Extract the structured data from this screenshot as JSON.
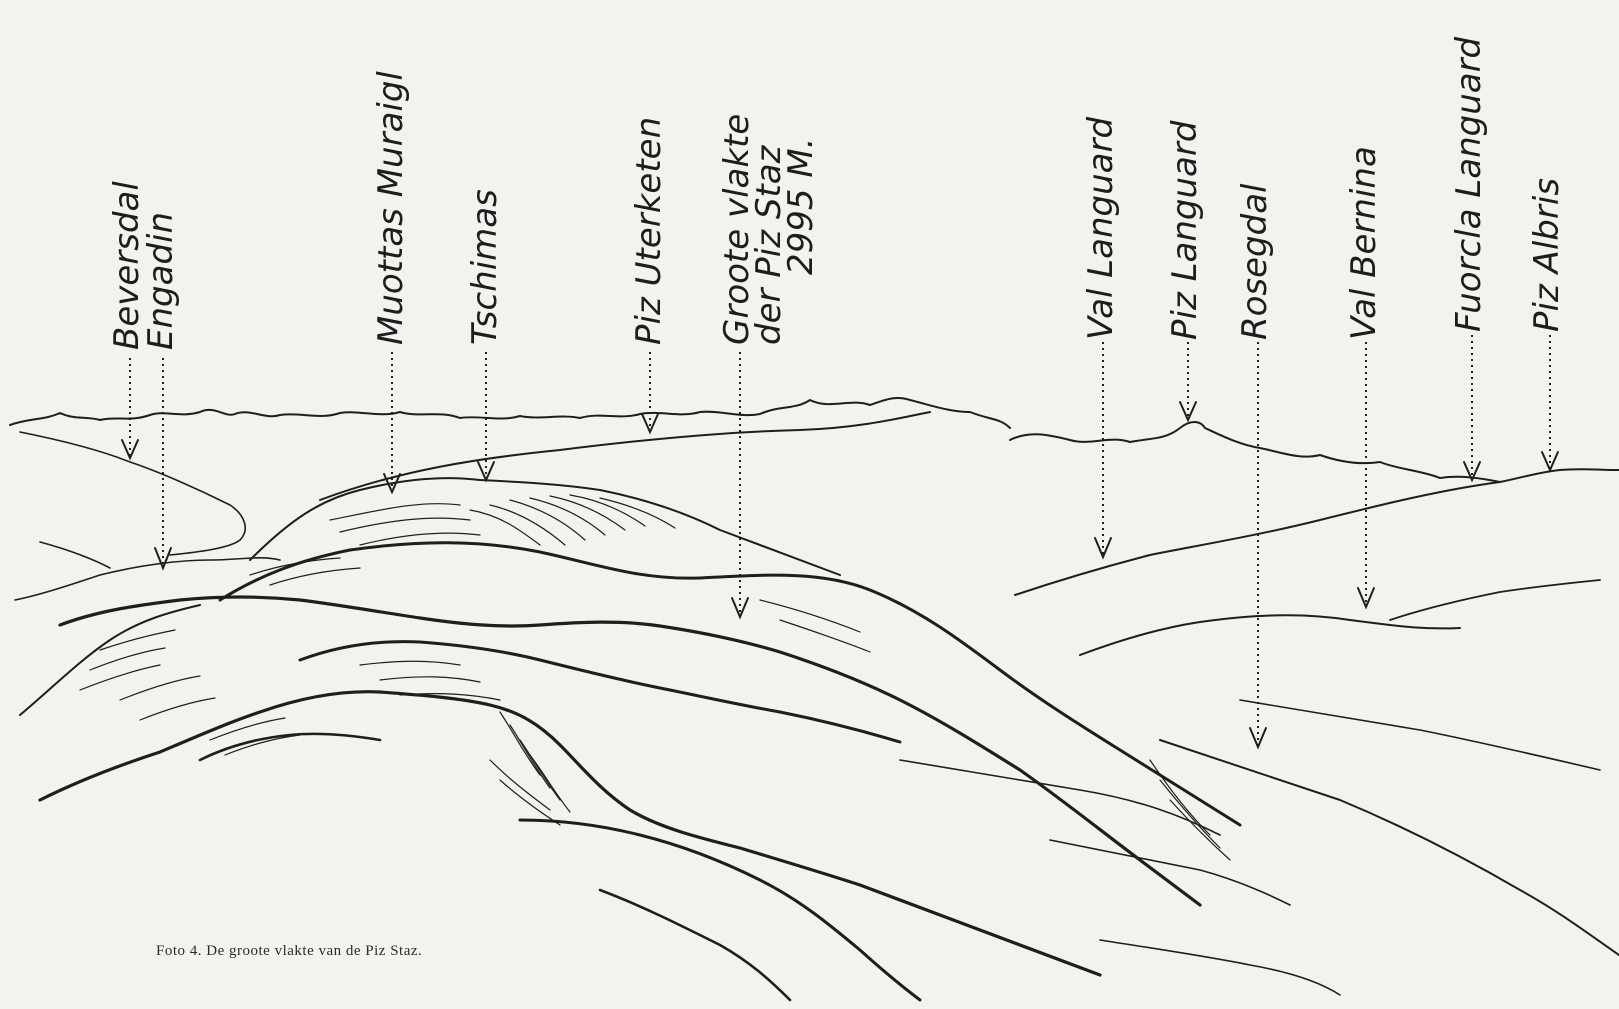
{
  "caption": "Foto 4.   De groote vlakte van de Piz Staz.",
  "labels": [
    {
      "lines": [
        "Beversdal",
        "Engadin"
      ]
    },
    {
      "lines": [
        "Muottas Muraigl"
      ]
    },
    {
      "lines": [
        "Tschimas"
      ]
    },
    {
      "lines": [
        "Piz Uterketen"
      ]
    },
    {
      "lines": [
        "Groote vlakte",
        "der Piz Staz",
        "2995 M."
      ]
    },
    {
      "lines": [
        "Val Languard"
      ]
    },
    {
      "lines": [
        "Piz Languard"
      ]
    },
    {
      "lines": [
        "Rosegdal"
      ]
    },
    {
      "lines": [
        "Val Bernina"
      ]
    },
    {
      "lines": [
        "Fuorcla Languard"
      ]
    },
    {
      "lines": [
        "Piz Albris"
      ]
    }
  ]
}
